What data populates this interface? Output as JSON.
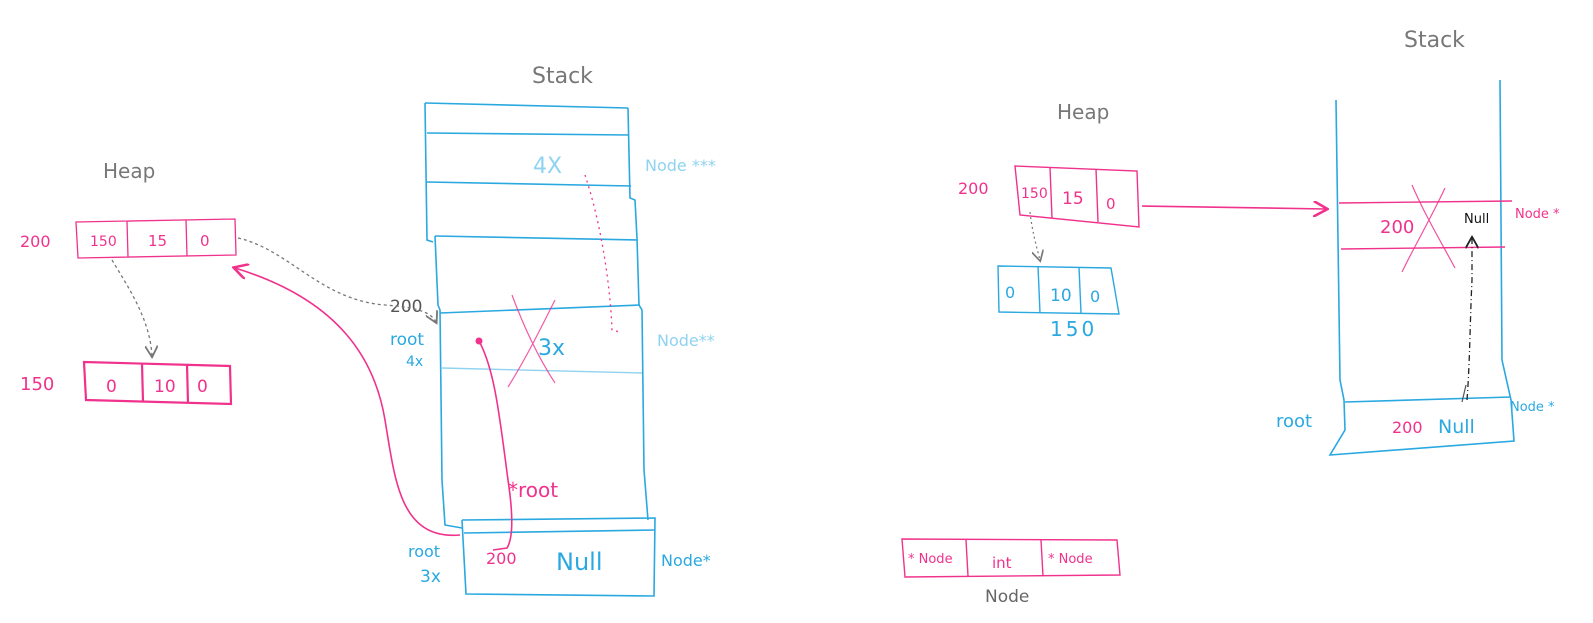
{
  "colors": {
    "pink": "#f0328c",
    "blue": "#2aa8e0",
    "gray": "#808080",
    "black": "#111111",
    "lightblue": "#8fd3f0"
  },
  "left": {
    "heap_title": "Heap",
    "stack_title": "Stack",
    "heap_node_addr": "200",
    "heap_node_cells": [
      "150",
      "15",
      "0"
    ],
    "heap_child_addr": "150",
    "heap_child_cells": [
      "0",
      "10",
      "0"
    ],
    "slot_top_value": "4X",
    "slot_top_type": "Node ***",
    "slot_mid_value": "3x",
    "slot_mid_type": "Node**",
    "slot_bottom_values": [
      "200",
      "Null"
    ],
    "slot_bottom_type": "Node*",
    "label_root_4x": [
      "root",
      "4x"
    ],
    "label_200": "200",
    "label_star_root": "*root",
    "label_root_3x": [
      "root",
      "3x"
    ]
  },
  "right": {
    "heap_title": "Heap",
    "stack_title": "Stack",
    "heap_node_addr": "200",
    "heap_node_cells": [
      "150",
      "15",
      "0"
    ],
    "heap_child_cells": [
      "0",
      "10",
      "0"
    ],
    "heap_child_addr": "150",
    "slot_top_values": [
      "200",
      "Null"
    ],
    "slot_top_type": "Node *",
    "slot_bottom_values": [
      "200",
      "Null"
    ],
    "slot_bottom_type": "Node *",
    "label_root": "root"
  },
  "legend": {
    "cells": [
      "* Node",
      "int",
      "* Node"
    ],
    "caption": "Node"
  }
}
